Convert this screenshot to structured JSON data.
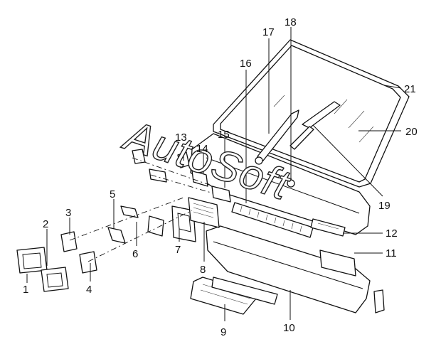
{
  "watermark": {
    "text": "AutoSoft"
  },
  "callouts": [
    {
      "id": "1",
      "label": "1"
    },
    {
      "id": "2",
      "label": "2"
    },
    {
      "id": "3",
      "label": "3"
    },
    {
      "id": "4",
      "label": "4"
    },
    {
      "id": "5",
      "label": "5"
    },
    {
      "id": "6",
      "label": "6"
    },
    {
      "id": "7",
      "label": "7"
    },
    {
      "id": "8",
      "label": "8"
    },
    {
      "id": "9",
      "label": "9"
    },
    {
      "id": "10",
      "label": "10"
    },
    {
      "id": "11",
      "label": "11"
    },
    {
      "id": "12",
      "label": "12"
    },
    {
      "id": "13",
      "label": "13"
    },
    {
      "id": "14",
      "label": "14"
    },
    {
      "id": "15",
      "label": "15"
    },
    {
      "id": "16",
      "label": "16"
    },
    {
      "id": "17",
      "label": "17"
    },
    {
      "id": "18",
      "label": "18"
    },
    {
      "id": "19",
      "label": "19"
    },
    {
      "id": "20",
      "label": "20"
    },
    {
      "id": "21",
      "label": "21"
    }
  ]
}
